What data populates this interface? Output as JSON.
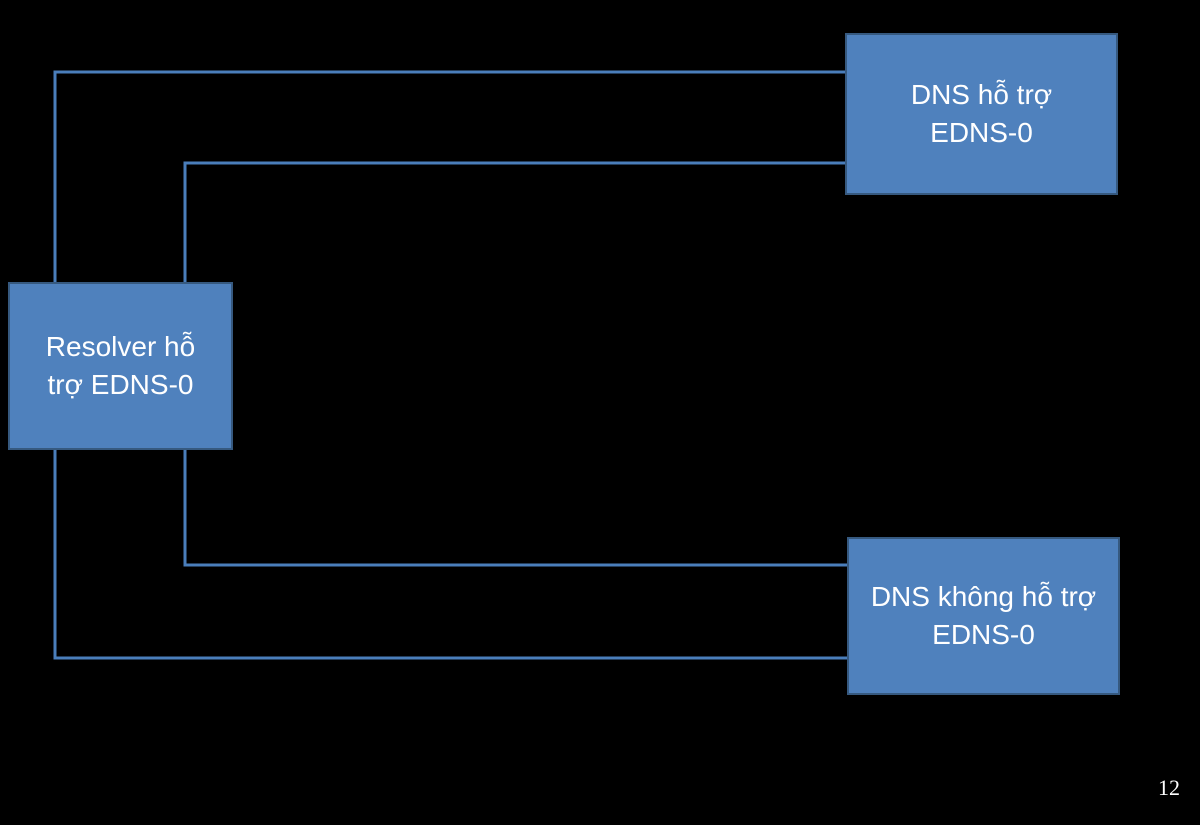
{
  "nodes": {
    "resolver": {
      "label": "Resolver hỗ trợ EDNS-0"
    },
    "dns_supports_edns": {
      "label": "DNS hỗ trợ EDNS-0"
    },
    "dns_not_supports_edns": {
      "label": "DNS không hỗ trợ EDNS-0"
    }
  },
  "page_number": "12",
  "colors": {
    "background": "#000000",
    "node_fill": "#4f81bd",
    "node_border": "#36597f",
    "connector": "#4a7ebb",
    "text": "#ffffff"
  }
}
